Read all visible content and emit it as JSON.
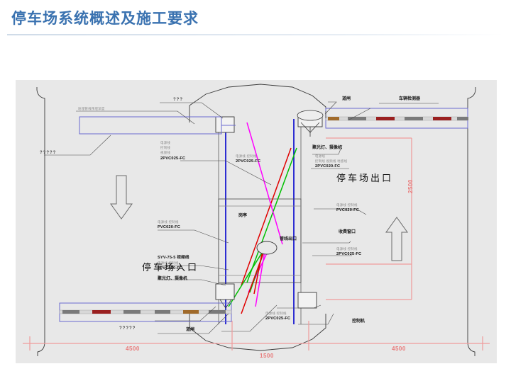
{
  "header": {
    "title": "停车场系统概述及施工要求"
  },
  "diagram": {
    "name": "parking-lot-cad-layout",
    "background_color": "#e8e8e8",
    "big_labels": {
      "exit": "停车场出口",
      "entrance": "停车场入口"
    },
    "dimensions": {
      "bottom_left": "4500",
      "bottom_center": "1500",
      "bottom_right": "4500",
      "right_vertical": "2500",
      "color": "#e87b7b"
    },
    "labels": [
      {
        "id": "top-left-fuzzy",
        "text": "地埋管线预埋深度",
        "kind": "fuzzy"
      },
      {
        "id": "top-center-q",
        "text": "???",
        "kind": "qm"
      },
      {
        "id": "left-barrier-q",
        "text": "?????",
        "kind": "qm"
      },
      {
        "id": "top-gate",
        "text": "道闸",
        "kind": "cn"
      },
      {
        "id": "vehicle-detector",
        "text": "车辆检测器",
        "kind": "cn"
      },
      {
        "id": "top-right-code-f",
        "text": "电源线 控制线",
        "kind": "fuzzy"
      },
      {
        "id": "top-right-code",
        "text": "2PVC025-FC",
        "kind": "code"
      },
      {
        "id": "left-code-f1",
        "text": "电源线",
        "kind": "fuzzy"
      },
      {
        "id": "left-code-f2",
        "text": "控制线",
        "kind": "fuzzy"
      },
      {
        "id": "left-code-f3",
        "text": "视频线",
        "kind": "fuzzy"
      },
      {
        "id": "left-code",
        "text": "2PVC025-FC",
        "kind": "code"
      },
      {
        "id": "exit-light",
        "text": "聚光灯、摄像机",
        "kind": "cn"
      },
      {
        "id": "exit-code-f1",
        "text": "电源线",
        "kind": "fuzzy"
      },
      {
        "id": "exit-code-f2",
        "text": "控制线  视频线  地感线",
        "kind": "fuzzy"
      },
      {
        "id": "exit-code",
        "text": "2PVC020-FC",
        "kind": "code"
      },
      {
        "id": "right-code-f",
        "text": "电源线 控制线",
        "kind": "fuzzy"
      },
      {
        "id": "right-code",
        "text": "PVC020-FC",
        "kind": "code"
      },
      {
        "id": "toll-window",
        "text": "收费窗口",
        "kind": "cn"
      },
      {
        "id": "right-low-code-f",
        "text": "电源线 控制线",
        "kind": "fuzzy"
      },
      {
        "id": "right-low-code",
        "text": "2PVC025-FC",
        "kind": "code"
      },
      {
        "id": "guard-booth",
        "text": "岗亭",
        "kind": "cn"
      },
      {
        "id": "pipe-outlet",
        "text": "管线出口",
        "kind": "cn"
      },
      {
        "id": "mid-left-code-f",
        "text": "电源线 控制线",
        "kind": "fuzzy"
      },
      {
        "id": "mid-left-code",
        "text": "PVC020-FC",
        "kind": "code"
      },
      {
        "id": "video-cable",
        "text": "SYV-75-5 视频线",
        "kind": "code"
      },
      {
        "id": "mid-left-code2-f",
        "text": "电源线 控制线",
        "kind": "fuzzy"
      },
      {
        "id": "mid-left-code2",
        "text": "2PVC020-FC",
        "kind": "code"
      },
      {
        "id": "entrance-light",
        "text": "聚光灯、摄像机",
        "kind": "cn"
      },
      {
        "id": "bottom-code-f",
        "text": "电源线 控制线",
        "kind": "fuzzy"
      },
      {
        "id": "bottom-code",
        "text": "2PVC025-FC",
        "kind": "code"
      },
      {
        "id": "bottom-barrier-q",
        "text": "?????",
        "kind": "qm"
      },
      {
        "id": "bottom-gate",
        "text": "道闸",
        "kind": "cn"
      },
      {
        "id": "controller",
        "text": "控制机",
        "kind": "cn"
      }
    ],
    "colors": {
      "cable_green": "#00c000",
      "cable_red": "#e00000",
      "cable_magenta": "#ff00ff",
      "cable_blue": "#0000cc",
      "barrier_box": "#6a6ad0",
      "dim_red": "#f09a9a",
      "outline": "#3a3a3a"
    }
  }
}
